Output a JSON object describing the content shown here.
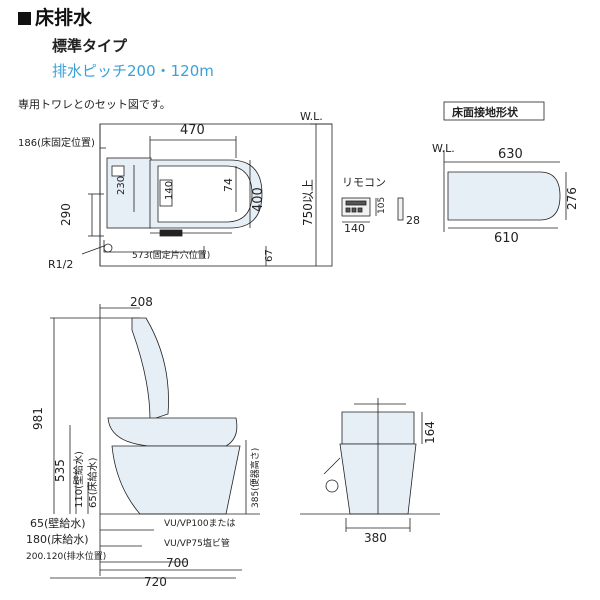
{
  "header": {
    "title": "床排水",
    "subtitle": "標準タイプ",
    "pitch": "排水ピッチ200・120m",
    "note": "専用トワレとのセット図です。"
  },
  "top_view": {
    "wl": "W.L.",
    "dim_186": "186(床固定位置)",
    "dim_470": "470",
    "dim_230": "230",
    "dim_140": "140",
    "dim_74": "74",
    "dim_400": "400",
    "dim_290": "290",
    "dim_750": "750以上",
    "dim_573": "573(固定片穴位置)",
    "dim_67": "67",
    "r12": "R1/2"
  },
  "remote": {
    "label": "リモコン",
    "dim_105": "105",
    "dim_140": "140",
    "dim_28": "28"
  },
  "floor_shape": {
    "title": "床面接地形状",
    "wl": "W.L.",
    "dim_630": "630",
    "dim_276": "276",
    "dim_610": "610"
  },
  "side_view": {
    "dim_208": "208",
    "dim_981": "981",
    "dim_535": "535",
    "dim_110": "110(壁給水)",
    "dim_65v": "65(床給水)",
    "dim_385": "385(便器高さ)",
    "dim_65": "65(壁給水)",
    "dim_180": "180(床給水)",
    "dim_200120": "200.120(排水位置)",
    "pipe1": "VU/VP100または",
    "pipe2": "VU/VP75塩ビ管",
    "dim_700": "700",
    "dim_720": "720"
  },
  "front_view": {
    "dim_164": "164",
    "dim_380": "380"
  }
}
